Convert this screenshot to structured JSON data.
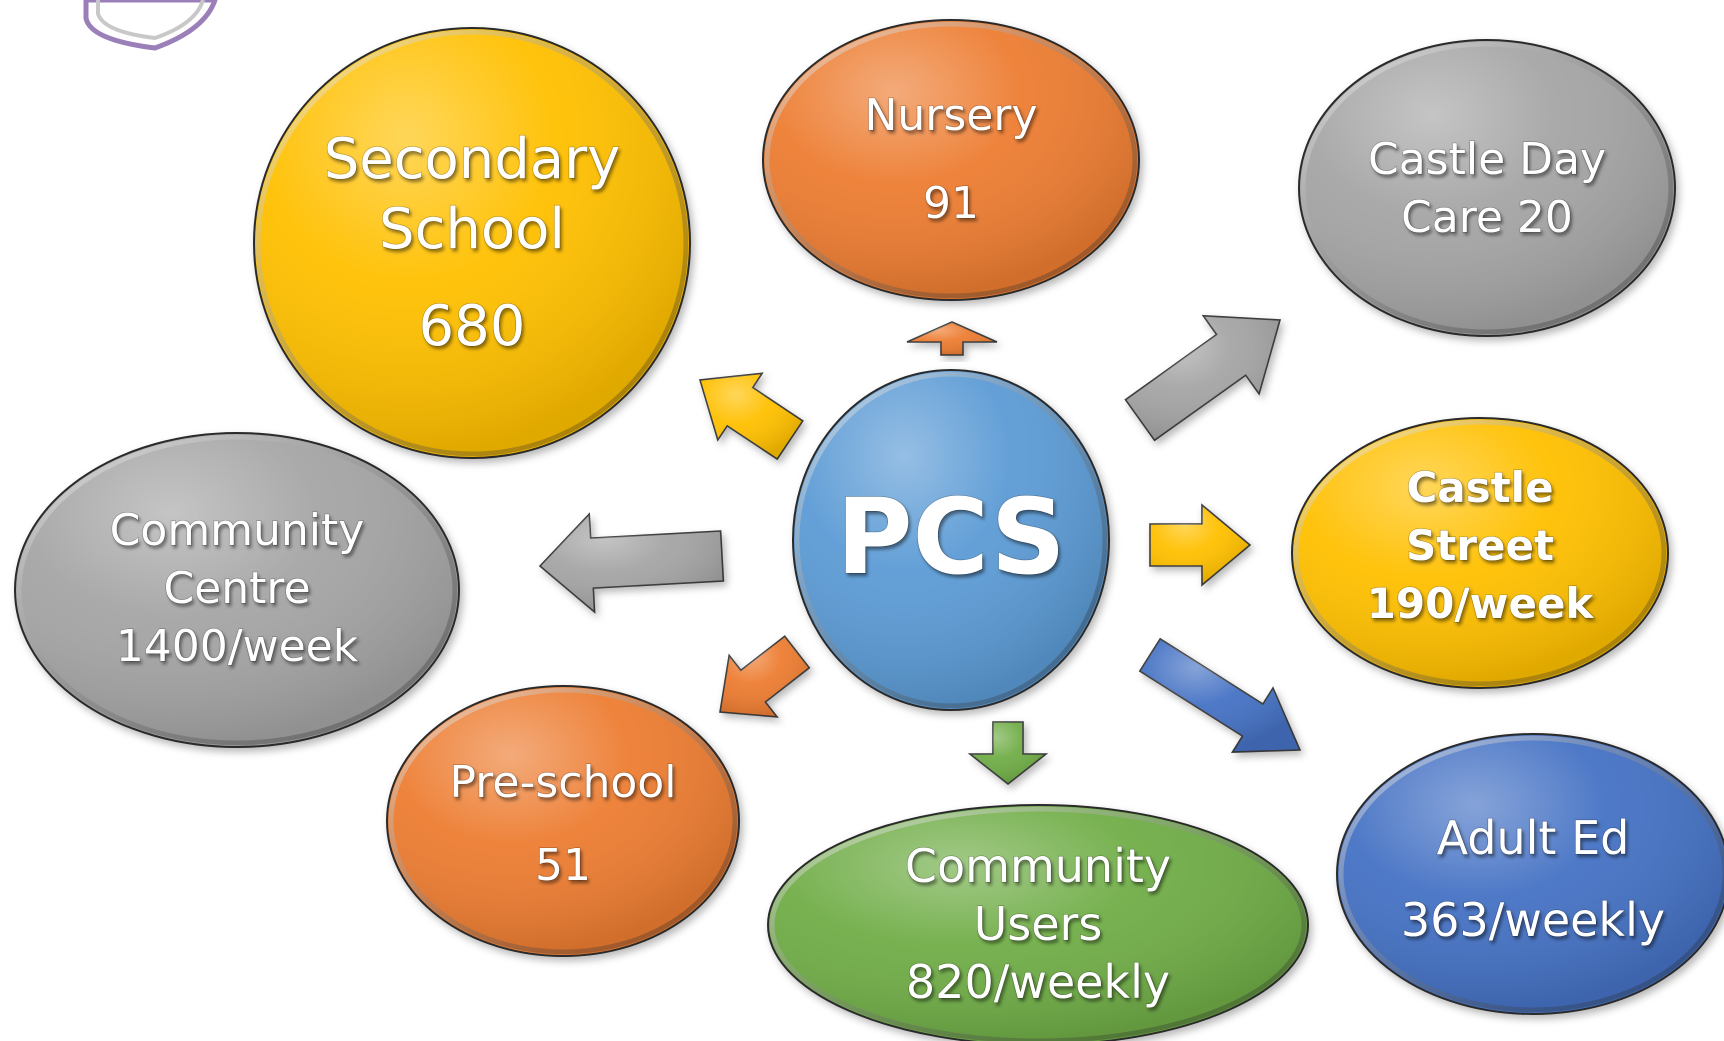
{
  "center": {
    "label": "PCS",
    "color": "#5b9bd5"
  },
  "nodes": {
    "secondary": {
      "lines": [
        "Secondary",
        "School",
        "680"
      ],
      "color": "#ffc000"
    },
    "nursery": {
      "lines": [
        "Nursery",
        "91"
      ],
      "color": "#ed7d31"
    },
    "castle_day": {
      "lines": [
        "Castle Day",
        "Care 20"
      ],
      "color": "#a5a5a5"
    },
    "castle_street": {
      "lines": [
        "Castle",
        "Street",
        "190/week"
      ],
      "color": "#ffc000"
    },
    "adult_ed": {
      "lines": [
        "Adult Ed",
        "363/weekly"
      ],
      "color": "#4472c4"
    },
    "community_users": {
      "lines": [
        "Community",
        "Users",
        "820/weekly"
      ],
      "color": "#70ad47"
    },
    "preschool": {
      "lines": [
        "Pre-school",
        "51"
      ],
      "color": "#ed7d31"
    },
    "community_centre": {
      "lines": [
        "Community",
        "Centre",
        "1400/week"
      ],
      "color": "#a5a5a5"
    }
  },
  "colors": {
    "shield_outline": "#9b7fb8",
    "shield_inner": "#c8c8c8"
  }
}
